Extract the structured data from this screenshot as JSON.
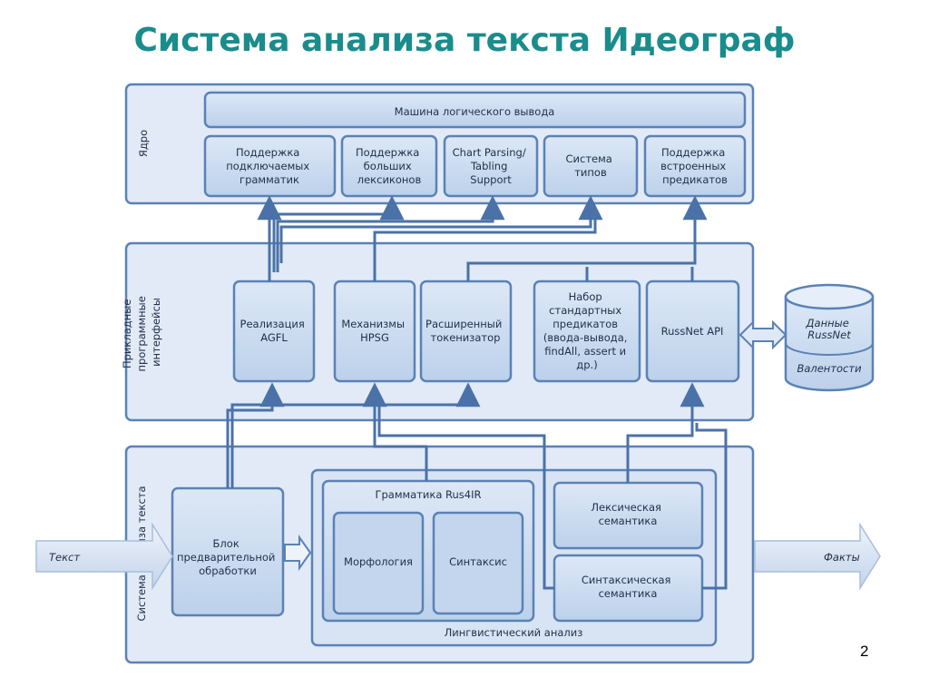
{
  "title": "Система анализа текста Идеограф",
  "page_number": "2",
  "layers": {
    "core": {
      "label": "Ядро",
      "inference_engine": "Машина логического вывода",
      "modules": [
        [
          "Поддержка",
          "подключаемых",
          "грамматик"
        ],
        [
          "Поддержка",
          "больших",
          "лексиконов"
        ],
        [
          "Chart Parsing/",
          "Tabling",
          "Support"
        ],
        [
          "Система",
          "типов"
        ],
        [
          "Поддержка",
          "встроенных",
          "предикатов"
        ]
      ]
    },
    "api": {
      "label": [
        "Прикладные",
        "программные",
        "интерфейсы"
      ],
      "modules": [
        [
          "Реализация",
          "AGFL"
        ],
        [
          "Механизмы",
          "HPSG"
        ],
        [
          "Расширенный",
          "токенизатор"
        ],
        [
          "Набор",
          "стандартных",
          "предикатов",
          "(ввода-вывода,",
          "findAll, assert и",
          "др.)"
        ],
        [
          "RussNet API"
        ]
      ]
    },
    "system": {
      "label": "Система анализа текста",
      "preprocessing": [
        "Блок",
        "предварительной",
        "обработки"
      ],
      "grammar_title": "Грамматика Rus4IR",
      "morphology": "Морфология",
      "syntax": "Синтаксис",
      "lexical_semantics": [
        "Лексическая",
        "семантика"
      ],
      "syntactic_semantics": [
        "Синтаксическая",
        "семантика"
      ],
      "linguistic_analysis": "Лингвистический анализ"
    }
  },
  "database": {
    "top_label": [
      "Данные",
      "RussNet"
    ],
    "bottom_label": "Валентости"
  },
  "input_arrow": "Текст",
  "output_arrow": "Факты",
  "colors": {
    "title": "#1a8c8c",
    "stroke": "#5a82b5",
    "layer_fill": "#dfe9f6",
    "box_fill": "#cbdcf0",
    "connector": "#4a72a8"
  }
}
